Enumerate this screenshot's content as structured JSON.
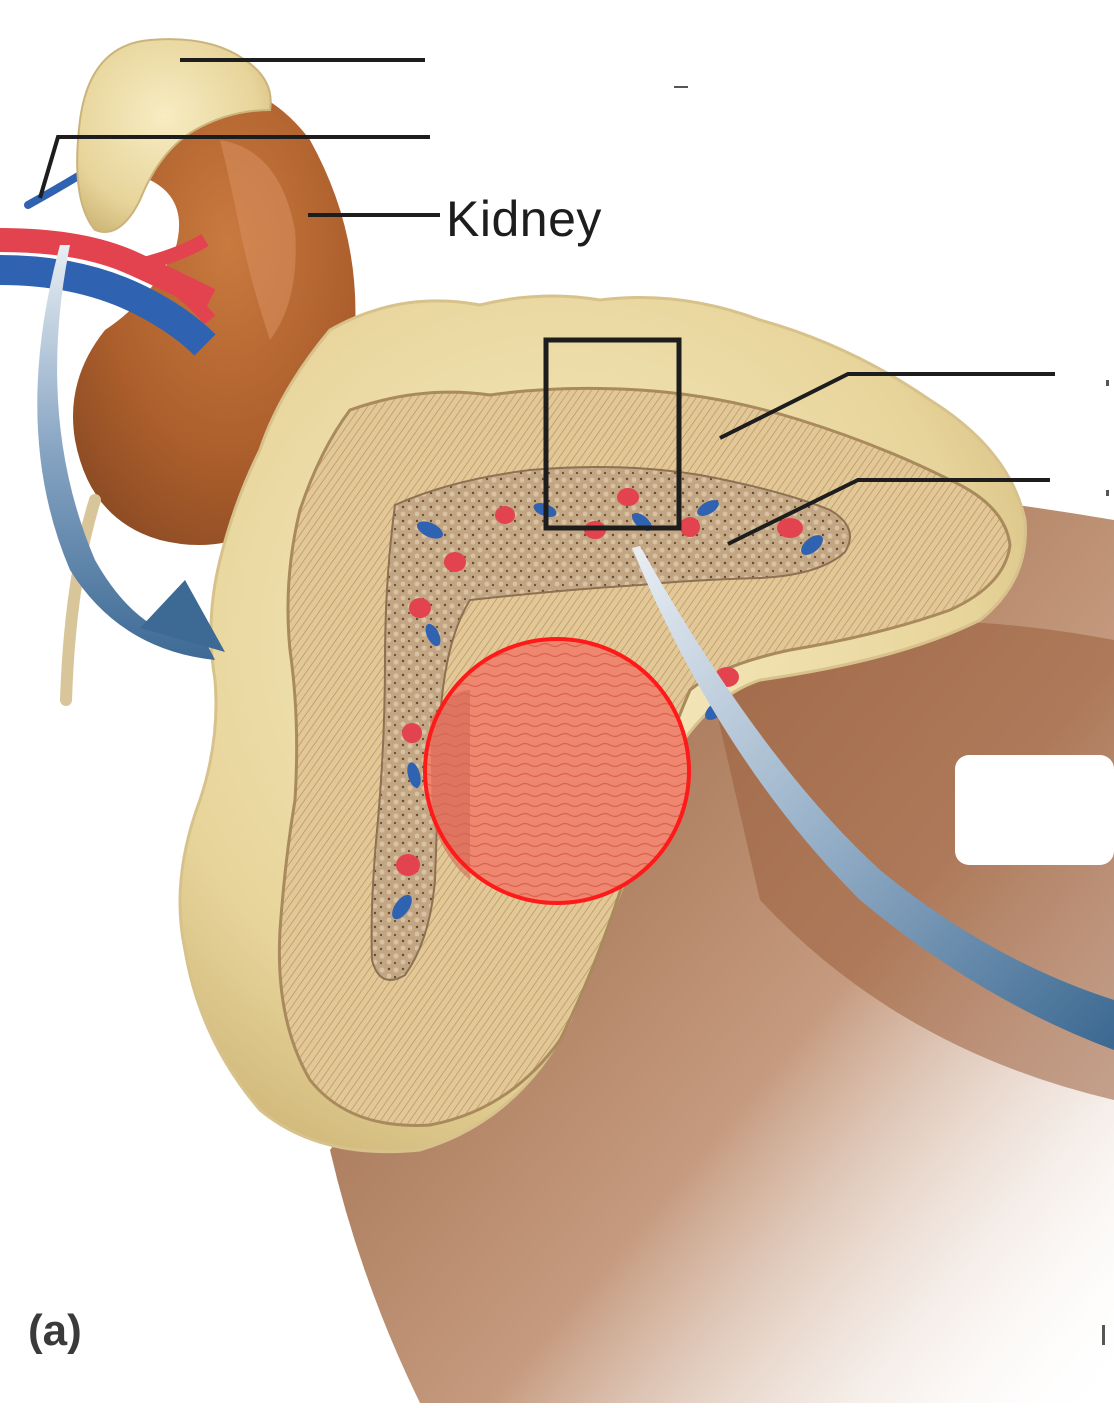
{
  "figure": {
    "kidney_label": "Kidney",
    "panel_letter": "(a)"
  },
  "colors": {
    "fat_capsule": "#ecdca6",
    "cortex": "#dcbf8e",
    "medulla": "#b59a78",
    "kidney": "#b0652f",
    "artery": "#e2434f",
    "vein": "#2f62b1",
    "arrow": "#3d6a95",
    "highlight_circle": "#ff1a1a",
    "highlight_fill": "#f07f6a",
    "leader_line": "#1d1d1d"
  },
  "labels": {
    "blank_leader_lines": 4,
    "labeled_leader_lines": 1
  }
}
